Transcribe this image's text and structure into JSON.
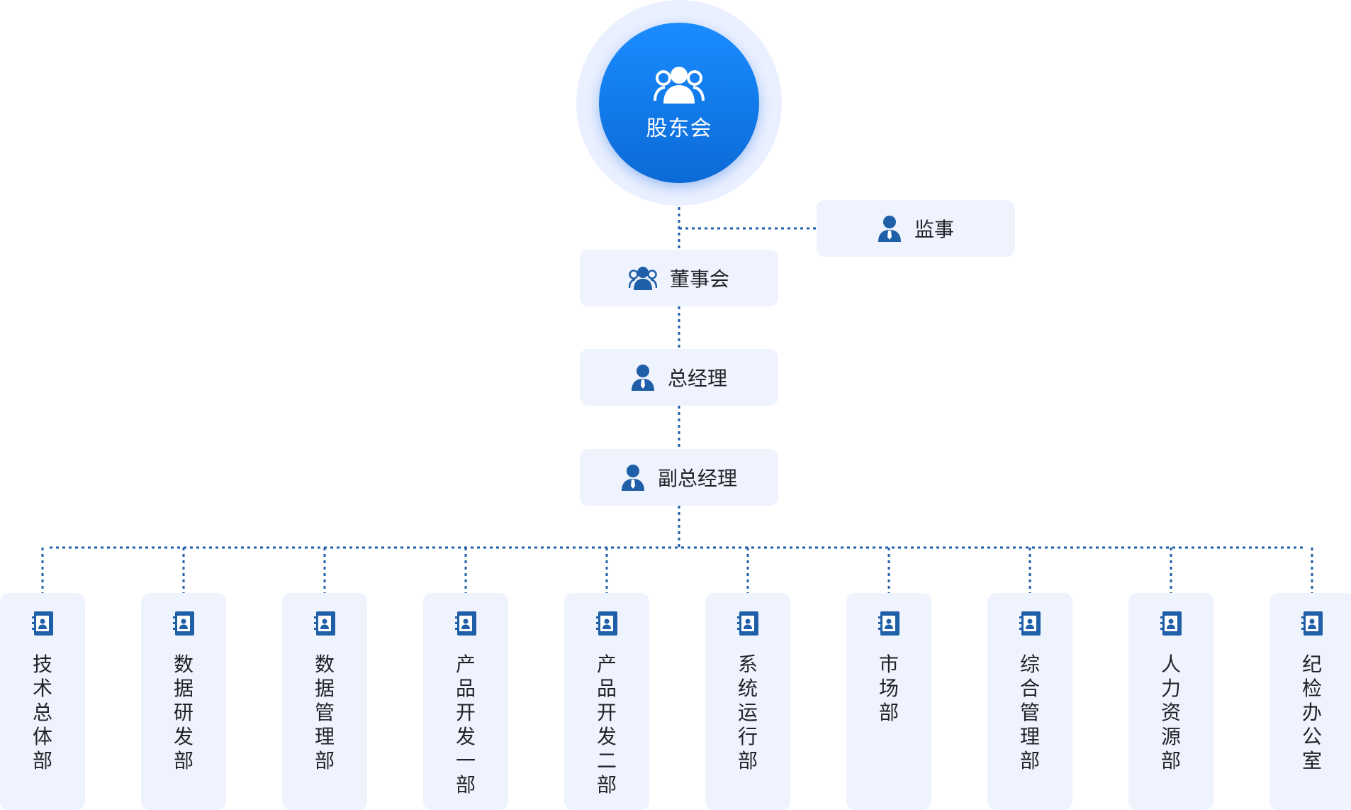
{
  "root": {
    "label": "股东会",
    "icon": "group-icon"
  },
  "supervisor": {
    "label": "监事",
    "icon": "person-tie-icon"
  },
  "board": {
    "label": "董事会",
    "icon": "group-icon"
  },
  "gm": {
    "label": "总经理",
    "icon": "person-tie-icon"
  },
  "dgm": {
    "label": "副总经理",
    "icon": "person-tie-icon"
  },
  "departments": [
    {
      "label": "技术总体部",
      "icon": "contact-book-icon"
    },
    {
      "label": "数据研发部",
      "icon": "contact-book-icon"
    },
    {
      "label": "数据管理部",
      "icon": "contact-book-icon"
    },
    {
      "label": "产品开发一部",
      "icon": "contact-book-icon"
    },
    {
      "label": "产品开发二部",
      "icon": "contact-book-icon"
    },
    {
      "label": "系统运行部",
      "icon": "contact-book-icon"
    },
    {
      "label": "市场部",
      "icon": "contact-book-icon"
    },
    {
      "label": "综合管理部",
      "icon": "contact-book-icon"
    },
    {
      "label": "人力资源部",
      "icon": "contact-book-icon"
    },
    {
      "label": "纪检办公室",
      "icon": "contact-book-icon"
    }
  ],
  "colors": {
    "accent": "#0b6ad6",
    "box": "#eef3fd",
    "connector": "#1f5fa8",
    "icon": "#1f5fa8"
  }
}
